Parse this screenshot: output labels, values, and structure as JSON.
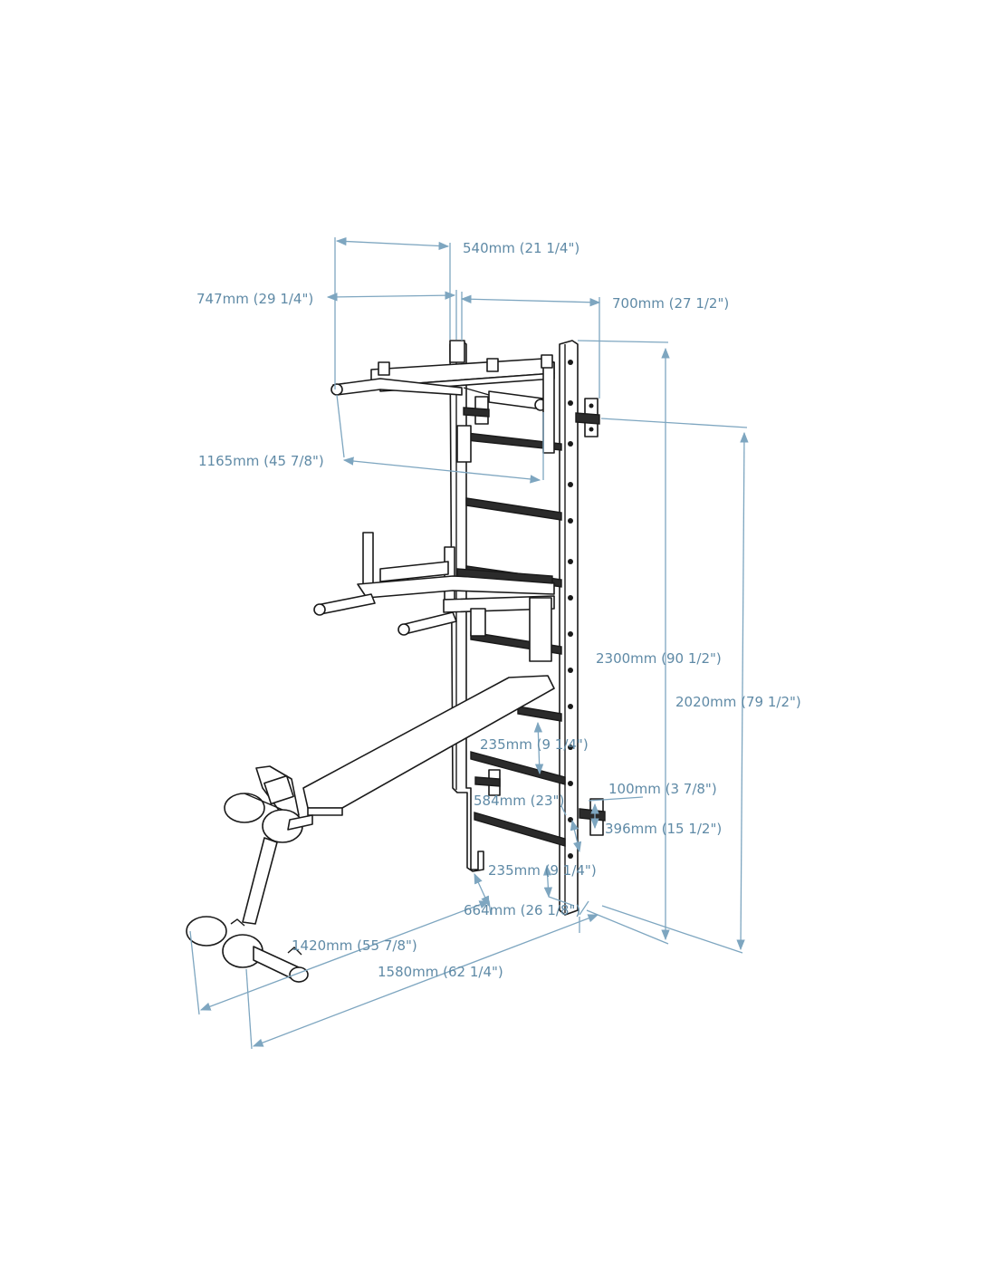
{
  "diagram": {
    "colors": {
      "dimension": "#5f8aa6",
      "outline": "#1a1a1a",
      "background": "#ffffff"
    },
    "dimensions": {
      "d540": "540mm (21 1/4\")",
      "d747": "747mm (29 1/4\")",
      "d700": "700mm (27 1/2\")",
      "d1165": "1165mm (45 7/8\")",
      "d2300": "2300mm (90 1/2\")",
      "d2020": "2020mm (79 1/2\")",
      "d235_upper": "235mm (9 1/4\")",
      "d100": "100mm (3 7/8\")",
      "d584": "584mm (23\")",
      "d396": "396mm (15 1/2\")",
      "d235_lower": "235mm (9 1/4\")",
      "d664": "664mm (26 1/8\")",
      "d1420": "1420mm (55 7/8\")",
      "d1580": "1580mm (62 1/4\")"
    }
  }
}
